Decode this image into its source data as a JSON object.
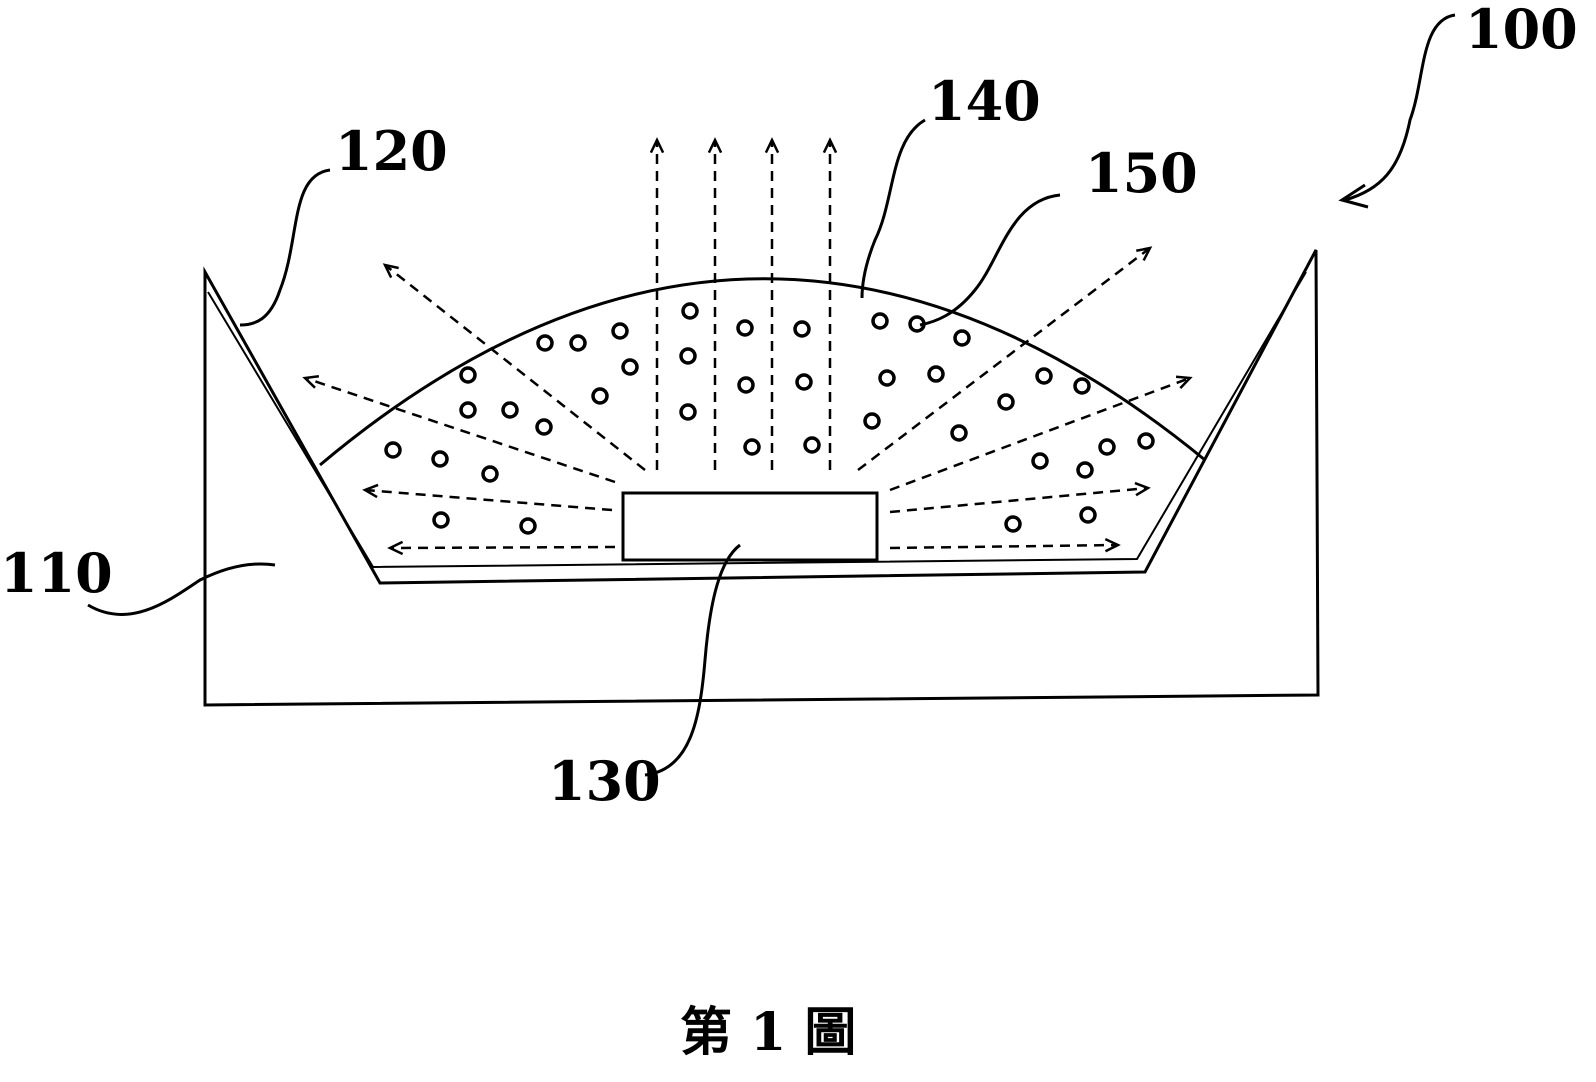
{
  "figure": {
    "labels": {
      "device": "100",
      "housing": "110",
      "reflector": "120",
      "chip": "130",
      "encapsulant": "140",
      "particles": "150"
    },
    "caption": "第 1 圖"
  }
}
